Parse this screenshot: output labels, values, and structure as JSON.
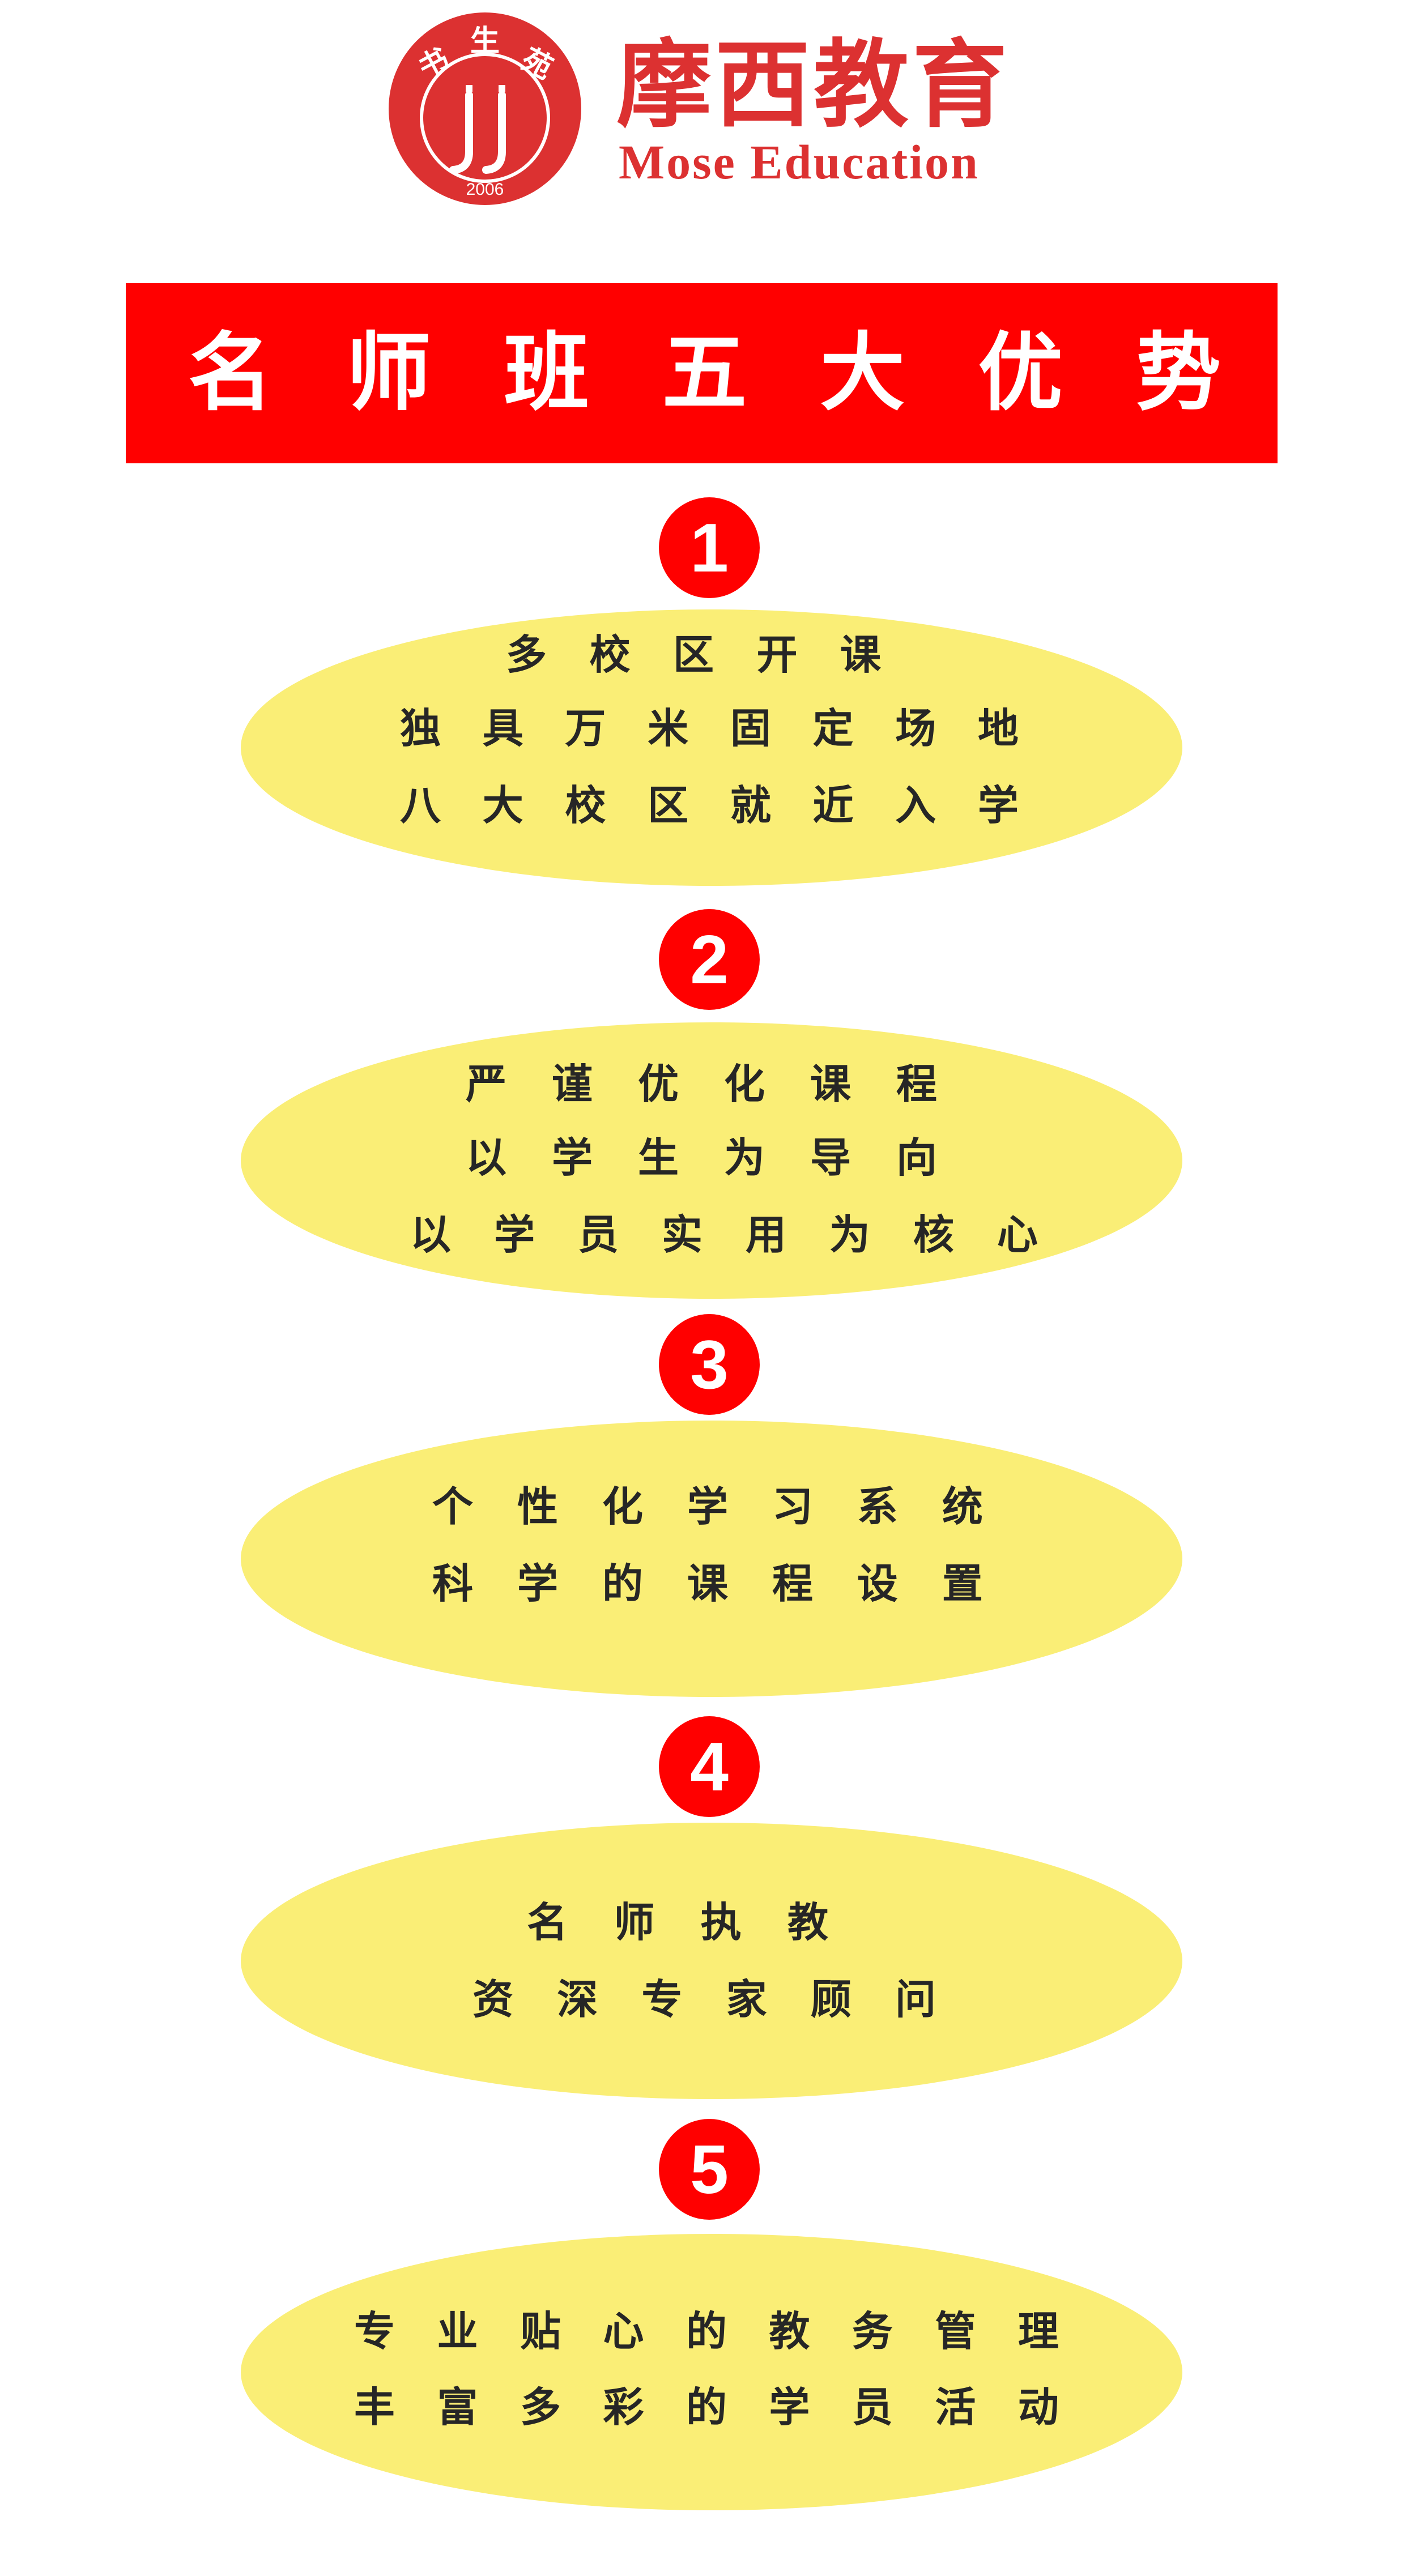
{
  "header": {
    "seal_chars": [
      "书",
      "生",
      "苑"
    ],
    "seal_year": "2006",
    "brand_cn": "摩西教育",
    "brand_en": "Mose Education"
  },
  "banner": {
    "title": "名师班五大优势",
    "color": "#ff0000"
  },
  "colors": {
    "accent_red": "#ff0000",
    "logo_red": "#dc3131",
    "ellipse_yellow": "#faee76",
    "text_dark": "#262626"
  },
  "advantages": [
    {
      "number": "1",
      "lines": [
        "多校区开课",
        "独具万米固定场地",
        "八大校区就近入学"
      ]
    },
    {
      "number": "2",
      "lines": [
        "严谨优化课程",
        "以学生为导向",
        "以学员实用为核心"
      ]
    },
    {
      "number": "3",
      "lines": [
        "个性化学习系统",
        "科学的课程设置"
      ]
    },
    {
      "number": "4",
      "lines": [
        "名师执教",
        "资深专家顾问"
      ]
    },
    {
      "number": "5",
      "lines": [
        "专业贴心的教务管理",
        "丰富多彩的学员活动"
      ]
    }
  ]
}
